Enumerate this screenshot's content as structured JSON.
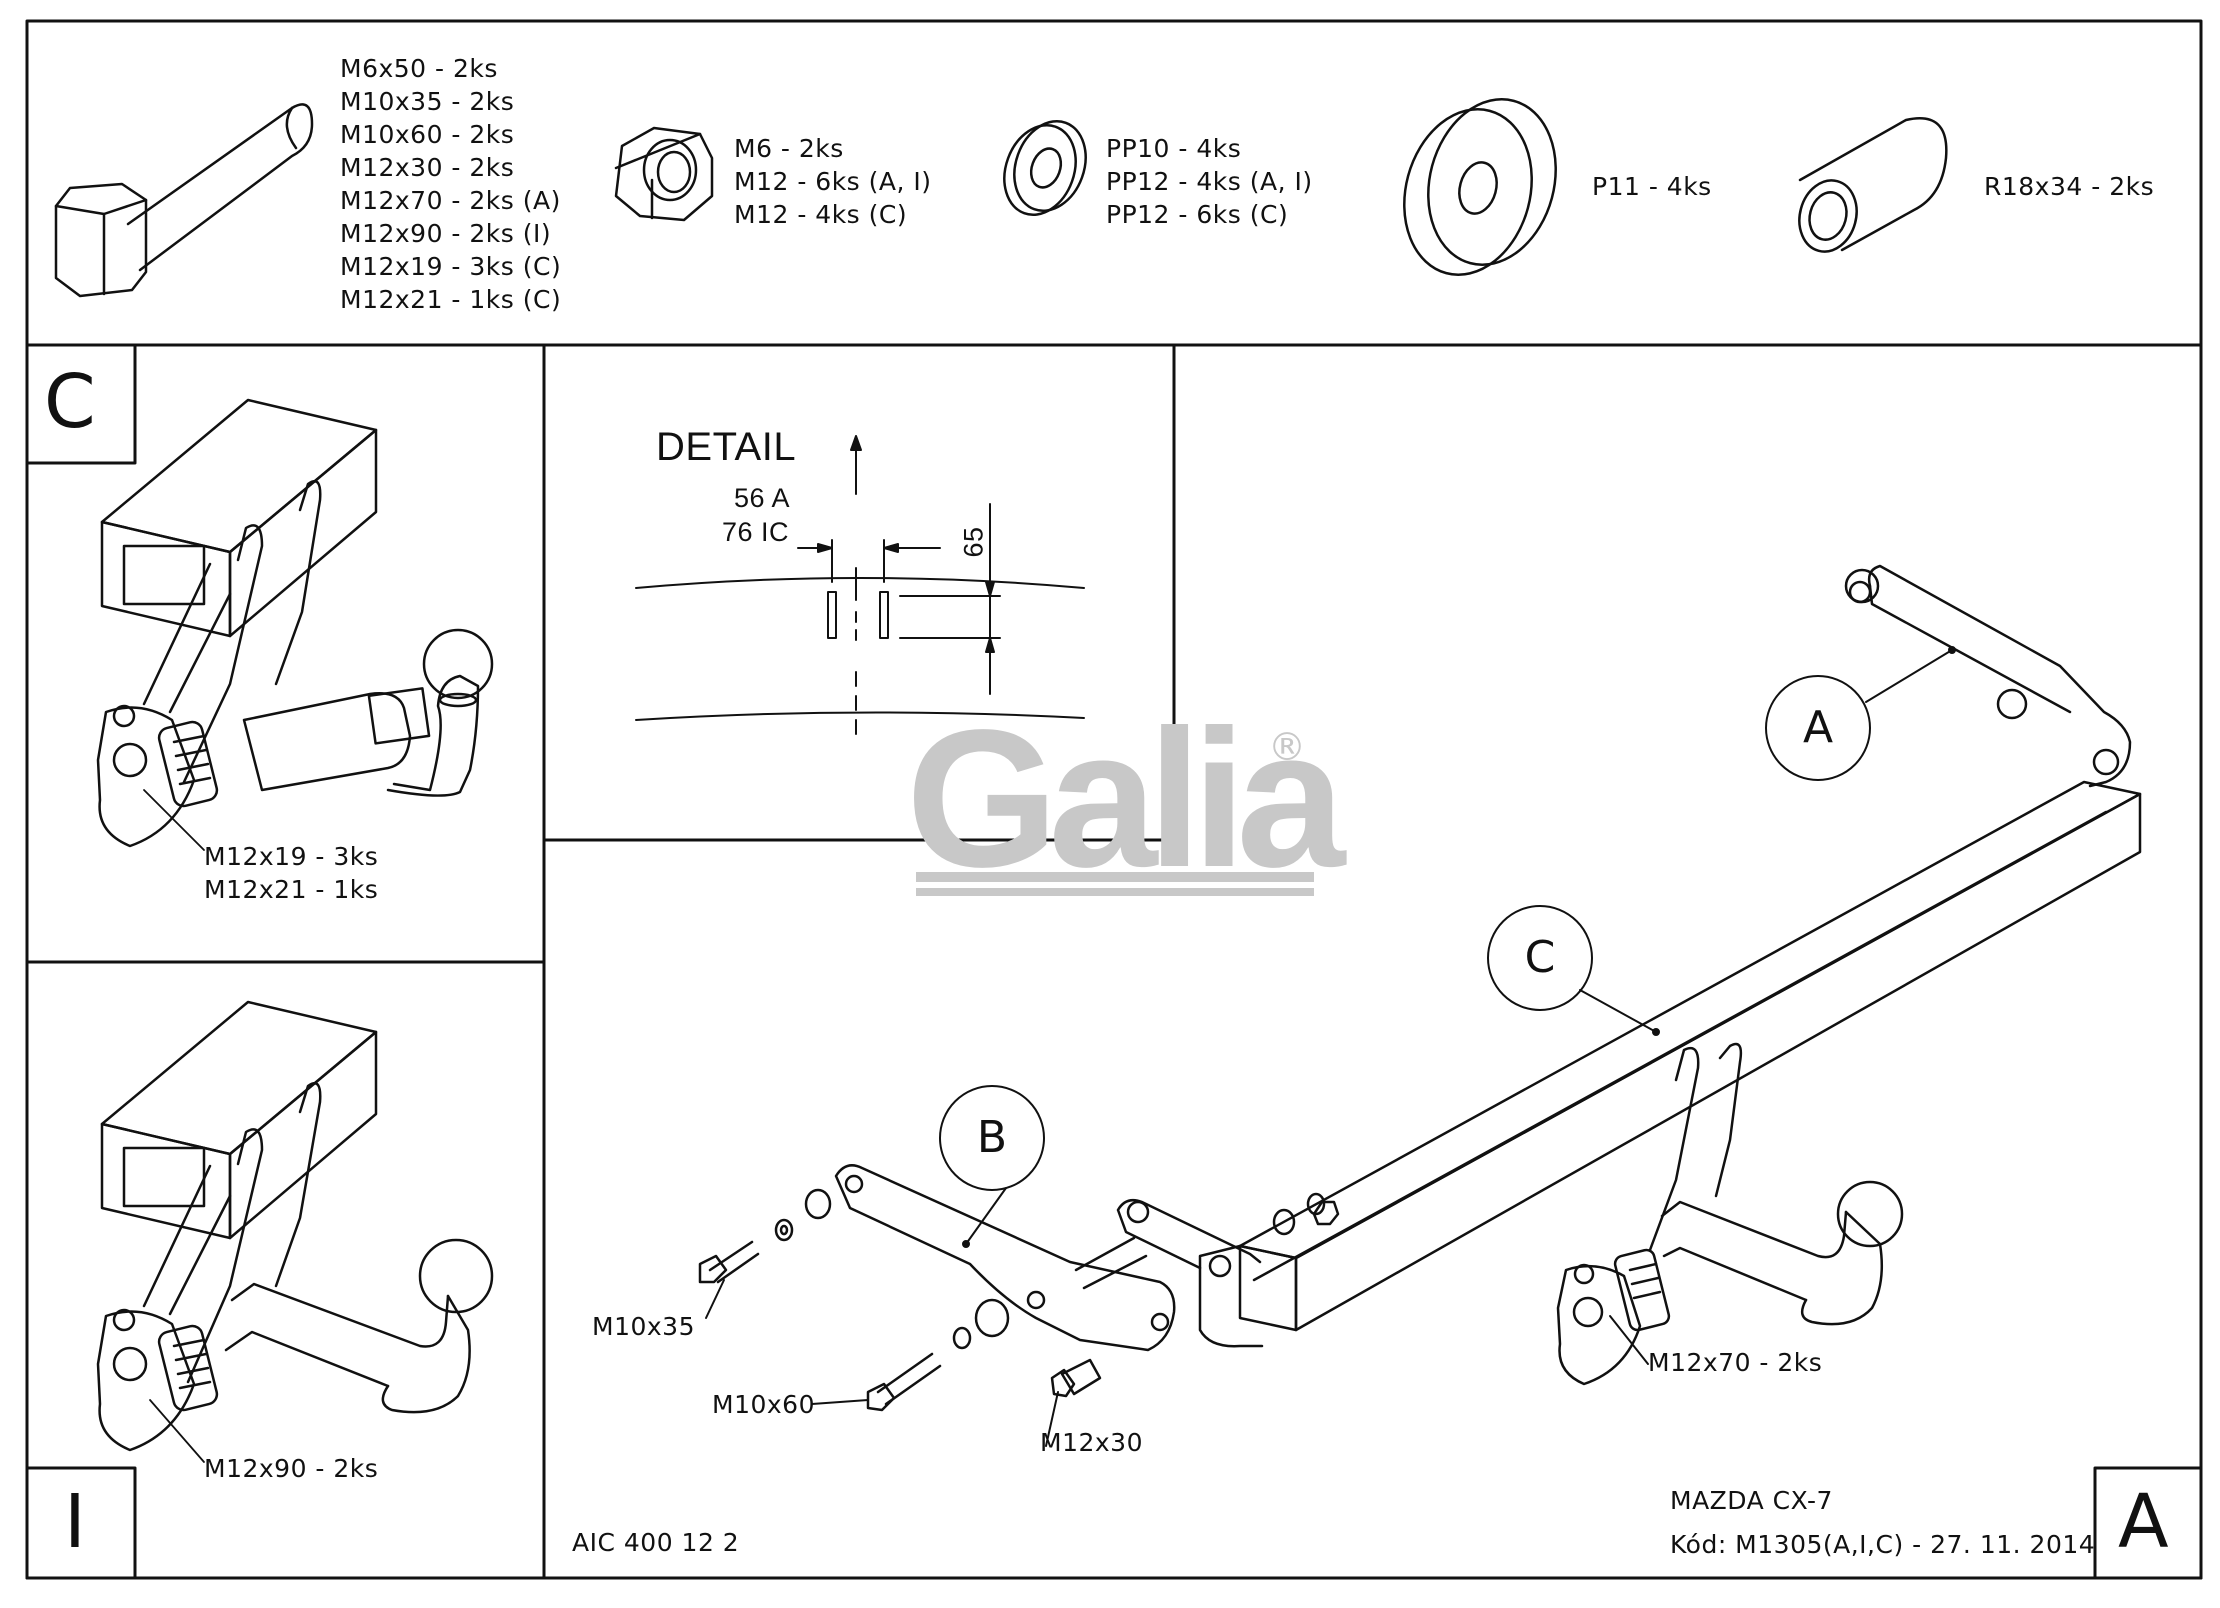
{
  "parts": {
    "bolts": [
      "M6x50 - 2ks",
      "M10x35 - 2ks",
      "M10x60 - 2ks",
      "M12x30 - 2ks",
      "M12x70 - 2ks (A)",
      "M12x90 - 2ks (I)",
      "M12x19 - 3ks (C)",
      "M12x21 - 1ks (C)"
    ],
    "nuts": [
      "M6 - 2ks",
      "M12 - 6ks (A, I)",
      "M12 - 4ks (C)"
    ],
    "washers": [
      "PP10 - 4ks",
      "PP12 - 4ks (A, I)",
      "PP12 - 6ks (C)"
    ],
    "large_washer": "P11 - 4ks",
    "sleeve": "R18x34 - 2ks"
  },
  "panels": {
    "c_letter": "C",
    "c_callout": [
      "M12x19 - 3ks",
      "M12x21 - 1ks"
    ],
    "i_letter": "I",
    "i_callout": "M12x90 - 2ks",
    "a_letter": "A"
  },
  "detail": {
    "title": "DETAIL",
    "dim_56": "56 A",
    "dim_76": "76 IC",
    "dim_65": "65"
  },
  "callouts": {
    "bubble_a": "A",
    "bubble_b": "B",
    "bubble_c": "C",
    "m10x35": "M10x35",
    "m10x60": "M10x60",
    "m12x30": "M12x30",
    "m12x70": "M12x70 - 2ks"
  },
  "watermark": {
    "text": "Galia",
    "mark": "®",
    "color": "#c8c8c8"
  },
  "title_block": {
    "code": "AIC 400 12 2",
    "vehicle": "MAZDA CX-7",
    "kod": "Kód: M1305(A,I,C) - 27. 11. 2014"
  },
  "colors": {
    "line": "#111111",
    "watermark": "#c8c8c8"
  }
}
